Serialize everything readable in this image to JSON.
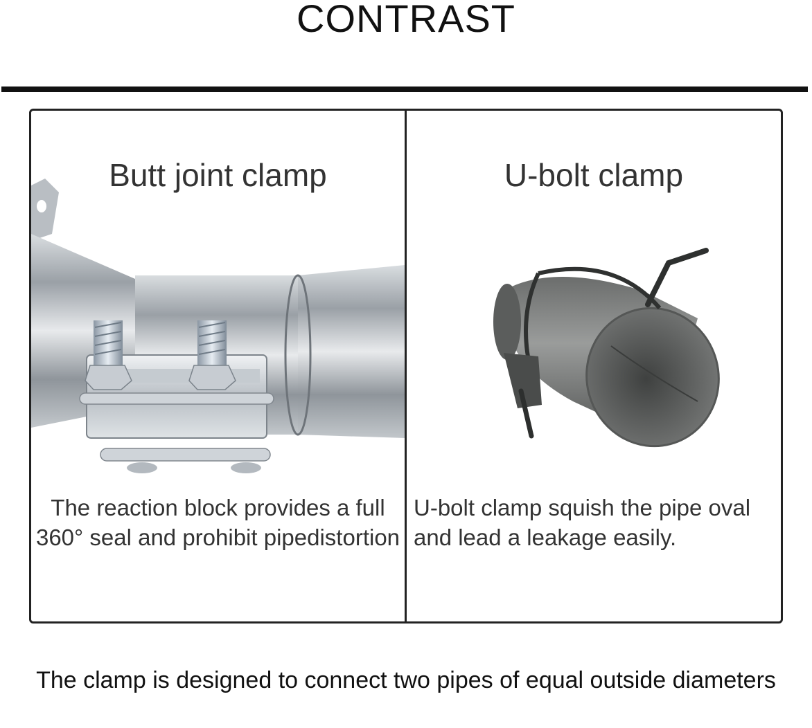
{
  "header": {
    "title": "CONTRAST"
  },
  "left": {
    "heading": "Butt joint clamp",
    "description": "The reaction block provides a full 360° seal and prohibit pipedistortion",
    "image_icon": "stainless-butt-joint-clamp-photo"
  },
  "right": {
    "heading": "U-bolt clamp",
    "description": "U-bolt clamp squish the pipe oval and lead a leakage easily.",
    "image_icon": "u-bolt-clamp-pipe-photo"
  },
  "footer": {
    "caption": "The clamp is designed to connect two pipes of equal outside diameters"
  }
}
